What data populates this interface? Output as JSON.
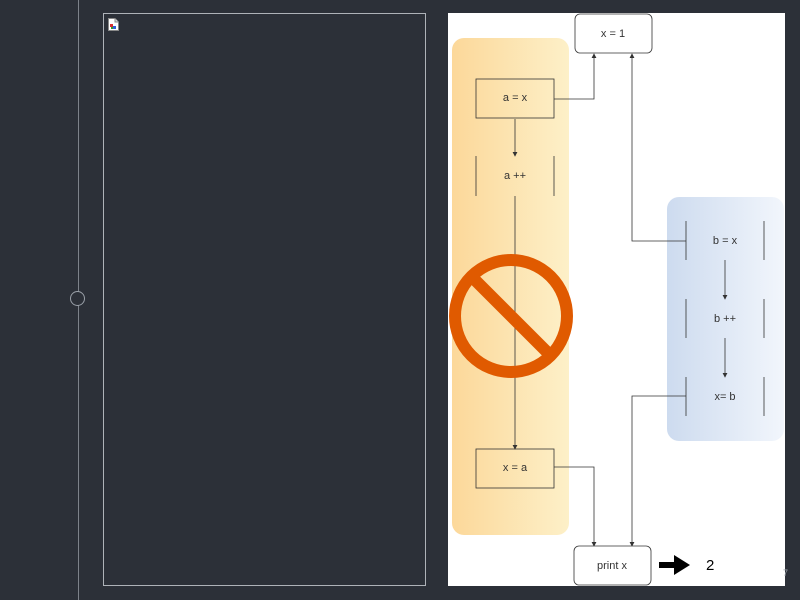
{
  "diagram": {
    "nodes": {
      "x_init": "x = 1",
      "a_assign": "a = x",
      "a_increment": "a ++",
      "x_from_a": "x = a",
      "b_assign": "b = x",
      "b_increment": "b ++",
      "x_from_b": "x= b",
      "print": "print  x"
    },
    "result": "2",
    "colors": {
      "left_lane": "#fde9b8",
      "right_lane": "#dce6f5",
      "prohibited": "#e05a00",
      "stroke": "#333333"
    },
    "icons": {
      "prohibited": "prohibited-icon",
      "result_arrow": "right-arrow-icon",
      "broken_image": "broken-image-icon"
    }
  },
  "slide": {
    "page_number": "7"
  }
}
